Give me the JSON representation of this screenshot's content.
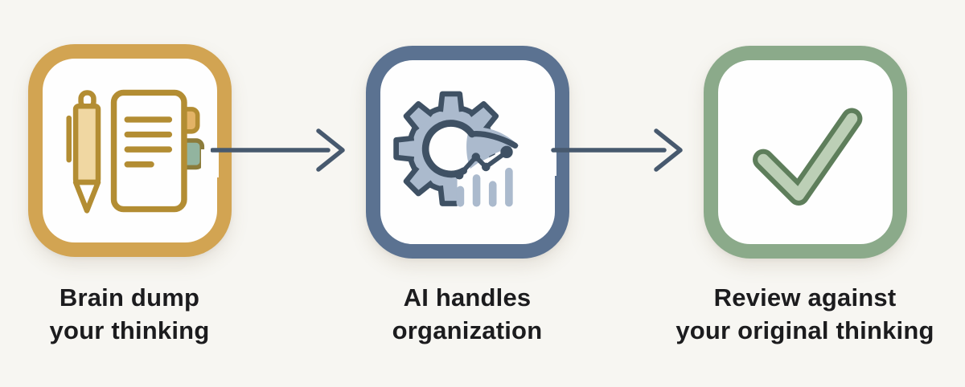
{
  "colors": {
    "page_bg": "#f7f6f2",
    "card_bg": "#fefefe",
    "text": "#1c1c1e",
    "arrow": "#47596e",
    "step1_border": "#d2a452",
    "step1_stroke": "#b38d33",
    "step1_pen_fill": "#f0d7a2",
    "step1_tab_gold": "#e3b366",
    "step1_tab_teal": "#92b49f",
    "step2_border": "#5b7291",
    "step2_light": "#abbacd",
    "step2_dark": "#3f5164",
    "step3_border": "#8baa8a",
    "step3_fill": "#bccfb6",
    "step3_stroke": "#5e7e5b"
  },
  "steps": [
    {
      "icon": "pen-notebook-icon",
      "label_line1": "Brain dump",
      "label_line2": "your thinking"
    },
    {
      "icon": "gear-analytics-icon",
      "label_line1": "AI handles",
      "label_line2": "organization"
    },
    {
      "icon": "checkmark-icon",
      "label_line1": "Review against",
      "label_line2": "your original thinking"
    }
  ]
}
